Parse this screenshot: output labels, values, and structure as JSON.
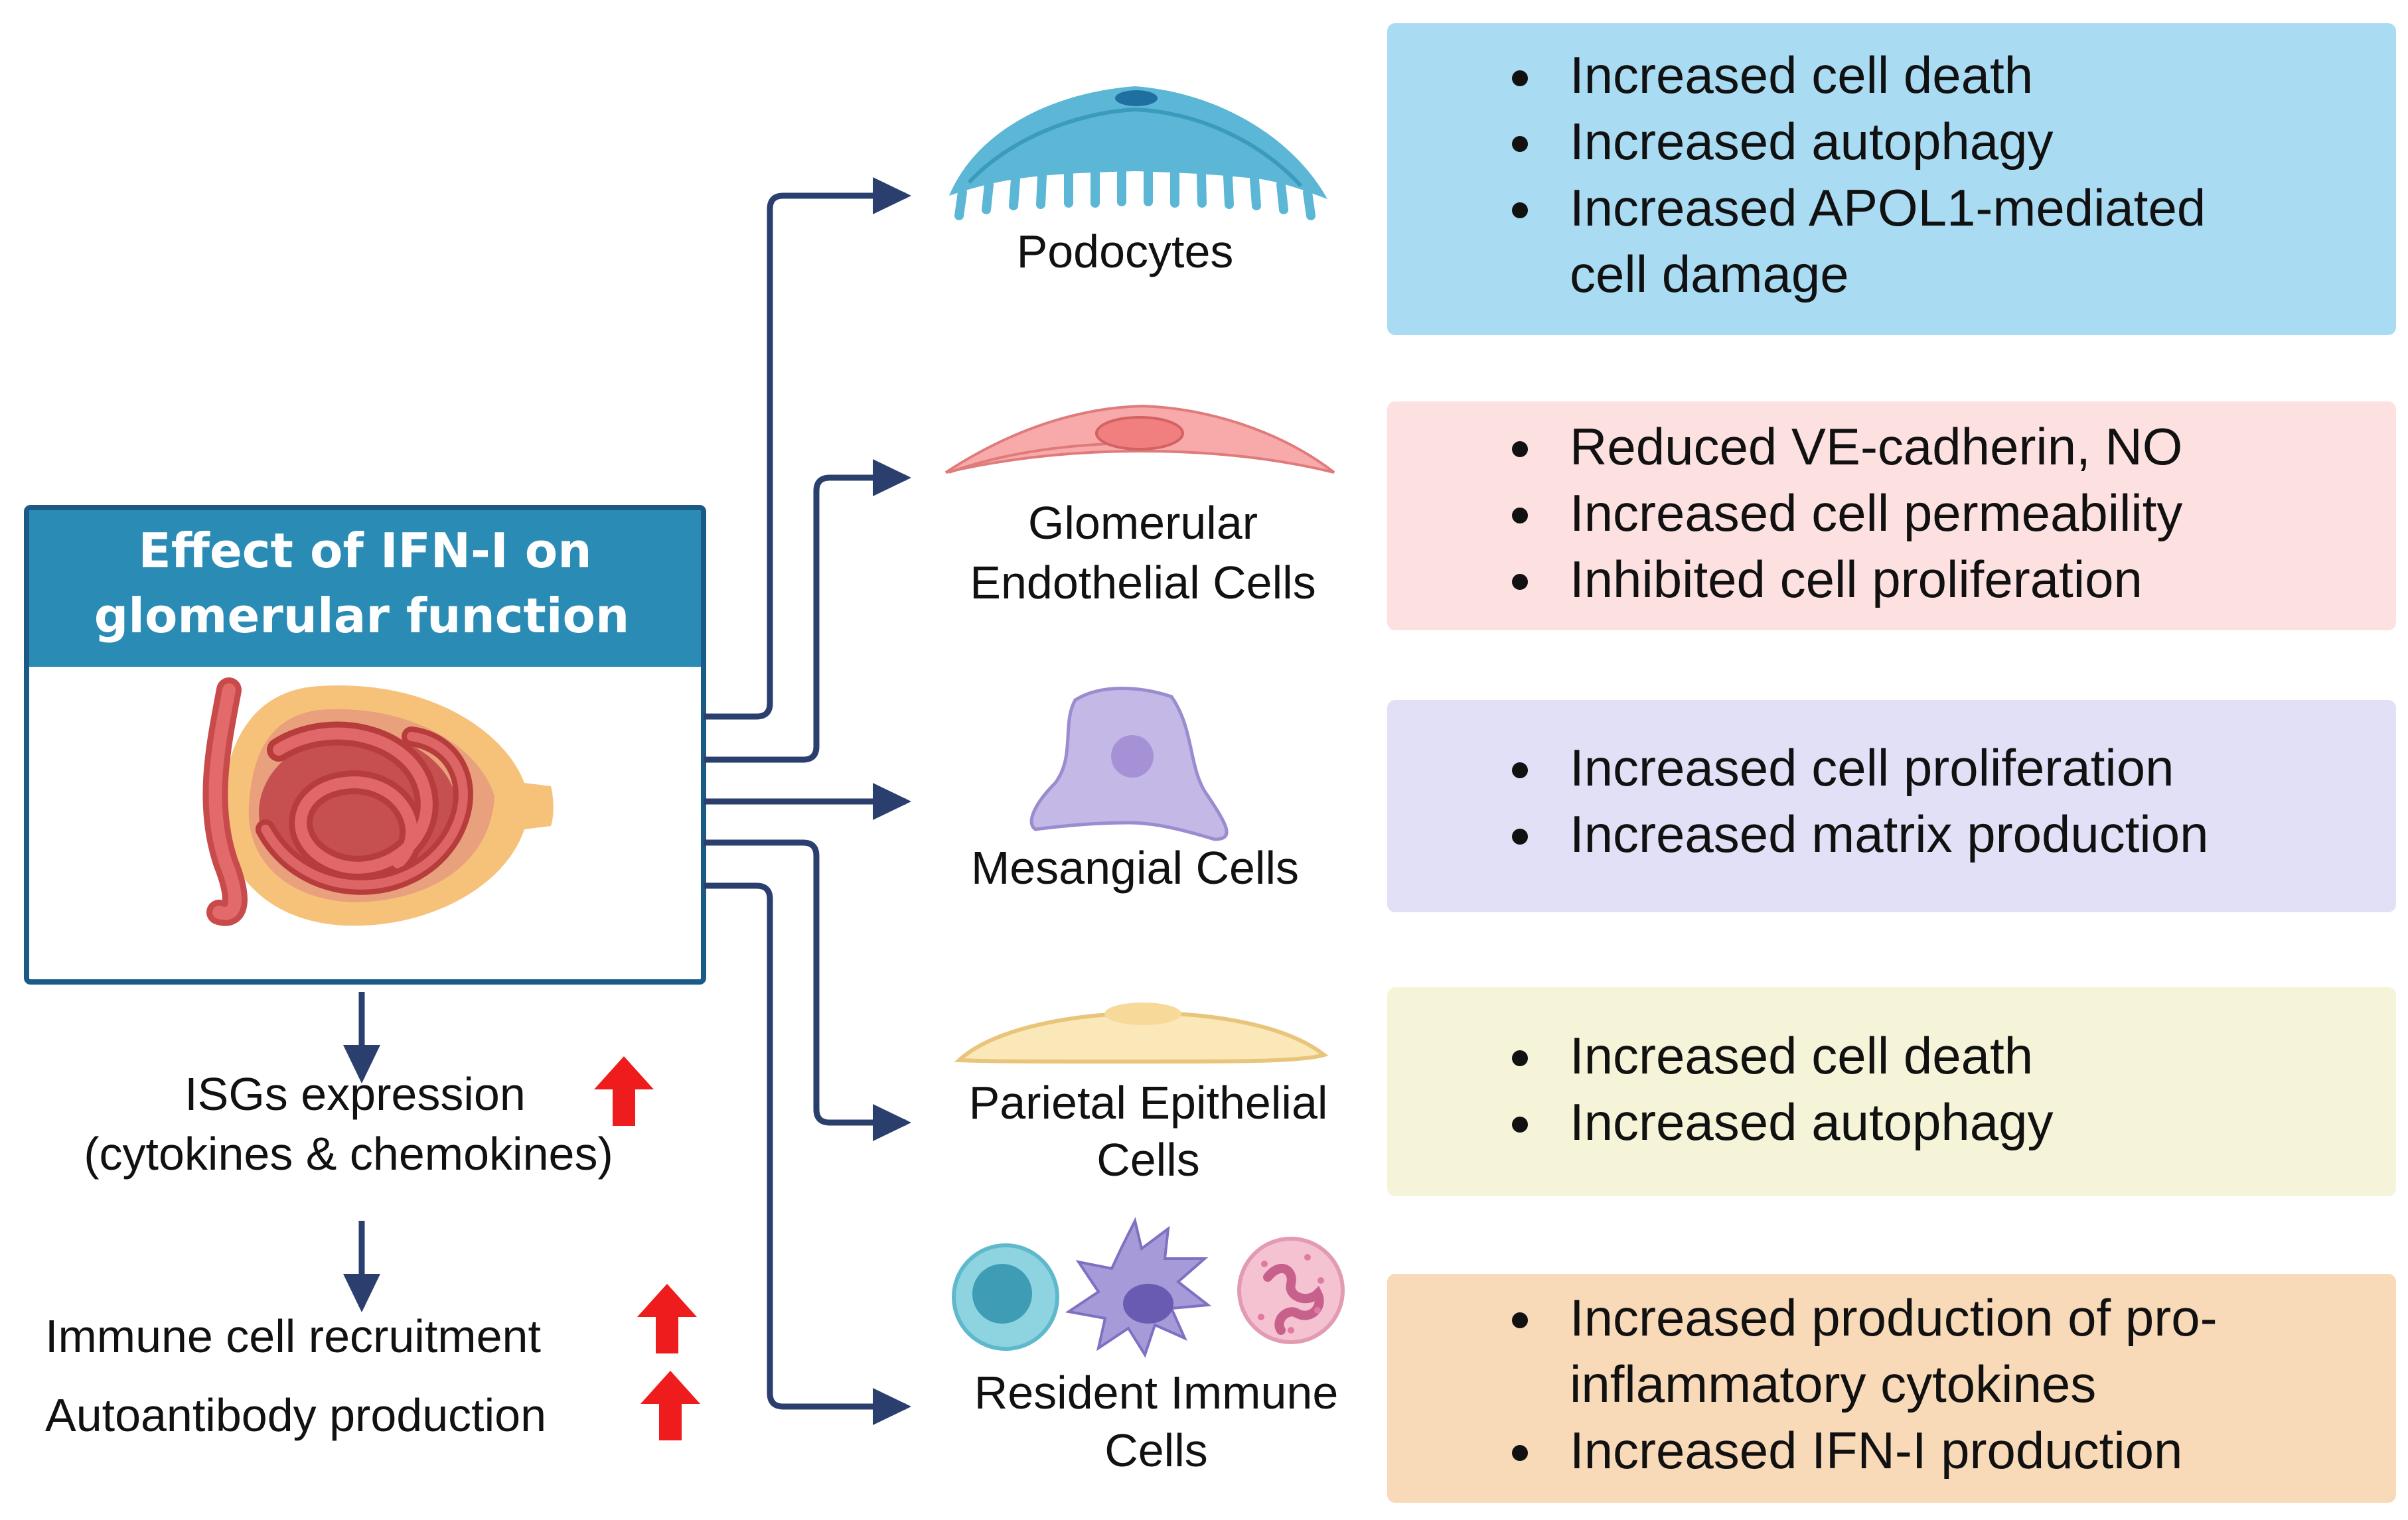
{
  "main": {
    "title_lines": [
      "Effect of IFN-I on",
      "glomerular function"
    ],
    "title_color": "#2a8cb5",
    "border_color": "#1b5a86",
    "icon": "glomerulus-icon"
  },
  "arrow_color": "#2b3f6e",
  "up_arrow_color": "#ee1c1c",
  "effects": {
    "isg_lines": [
      "ISGs expression",
      "(cytokines & chemokines)"
    ],
    "immune_recruitment": "Immune cell recruitment",
    "autoantibody": "Autoantibody production"
  },
  "cells": [
    {
      "name_lines": [
        "Podocytes"
      ],
      "icon": "podocyte-icon",
      "box_color": "#a9dbf3",
      "bullets": [
        "Increased cell death",
        "Increased autophagy",
        "Increased APOL1-mediated",
        "cell damage"
      ]
    },
    {
      "name_lines": [
        "Glomerular",
        "Endothelial Cells"
      ],
      "icon": "endothelial-cell-icon",
      "box_color": "#fde0e0",
      "bullets": [
        "Reduced VE-cadherin, NO",
        "Increased cell permeability",
        "Inhibited cell proliferation"
      ]
    },
    {
      "name_lines": [
        "Mesangial Cells"
      ],
      "icon": "mesangial-cell-icon",
      "box_color": "#e2e0f6",
      "bullets": [
        "Increased cell proliferation",
        "Increased matrix production"
      ]
    },
    {
      "name_lines": [
        "Parietal Epithelial",
        "Cells"
      ],
      "icon": "parietal-epithelial-cell-icon",
      "box_color": "#f5f4d8",
      "bullets": [
        "Increased cell death",
        "Increased autophagy"
      ]
    },
    {
      "name_lines": [
        "Resident Immune",
        "Cells"
      ],
      "icon": "immune-cells-icon",
      "box_color": "#f8d9b8",
      "bullets": [
        "Increased production of pro-",
        "inflammatory cytokines",
        "Increased IFN-I production"
      ]
    }
  ]
}
